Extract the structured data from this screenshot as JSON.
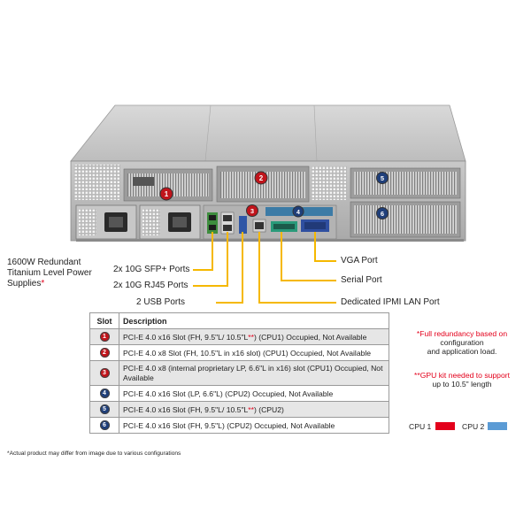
{
  "callouts": {
    "psu_line1": "1600W Redundant",
    "psu_line2": "Titanium  Level Power",
    "psu_line3": "Supplies",
    "psu_star": "*",
    "sfp": "2x 10G SFP+ Ports",
    "rj45": "2x 10G RJ45 Ports",
    "usb": "2 USB Ports",
    "vga": "VGA Port",
    "serial": "Serial Port",
    "ipmi": "Dedicated IPMI  LAN Port"
  },
  "table": {
    "header_slot": "Slot",
    "header_desc": "Description",
    "rows": [
      {
        "num": "1",
        "cpu": "red",
        "desc": "PCI-E 4.0 x16 Slot (FH, 9.5\"L/ 10.5\"L",
        "mark": "**",
        "desc_tail": ") (CPU1) Occupied, Not Available"
      },
      {
        "num": "2",
        "cpu": "red",
        "desc": "PCI-E 4.0 x8 Slot (FH, 10.5\"L in x16 slot) (CPU1) Occupied, Not Available",
        "mark": "",
        "desc_tail": ""
      },
      {
        "num": "3",
        "cpu": "red",
        "desc": "PCI-E 4.0 x8 (internal proprietary LP, 6.6\"L in x16) slot  (CPU1) Occupied, Not Available",
        "mark": "",
        "desc_tail": ""
      },
      {
        "num": "4",
        "cpu": "blue",
        "desc": "PCI-E 4.0 x16 Slot (LP, 6.6\"L) (CPU2) Occupied, Not Available",
        "mark": "",
        "desc_tail": ""
      },
      {
        "num": "5",
        "cpu": "blue",
        "desc": "PCI-E 4.0 x16 Slot (FH, 9.5\"L/ 10.5\"L",
        "mark": "**",
        "desc_tail": ") (CPU2)"
      },
      {
        "num": "6",
        "cpu": "blue",
        "desc": "PCI-E 4.0 x16 Slot (FH, 9.5\"L) (CPU2) Occupied, Not Available",
        "mark": "",
        "desc_tail": ""
      }
    ]
  },
  "notes": {
    "full_redundancy_l1": "*Full redundancy based on",
    "full_redundancy_l2": "configuration",
    "full_redundancy_l3": "and application load.",
    "gpu_kit_l1": "**GPU kit needed to support",
    "gpu_kit_l2": "up to 10.5\" length"
  },
  "legend": {
    "cpu1": "CPU 1",
    "cpu2": "CPU 2",
    "cpu1_color": "#e3001b",
    "cpu2_color": "#5b9bd5"
  },
  "disclaimer": "*Actual product may differ from image due to various configurations",
  "colors": {
    "callout_line": "#f5b800",
    "badge_red": "#c0141b",
    "badge_blue": "#1f3f7a"
  }
}
